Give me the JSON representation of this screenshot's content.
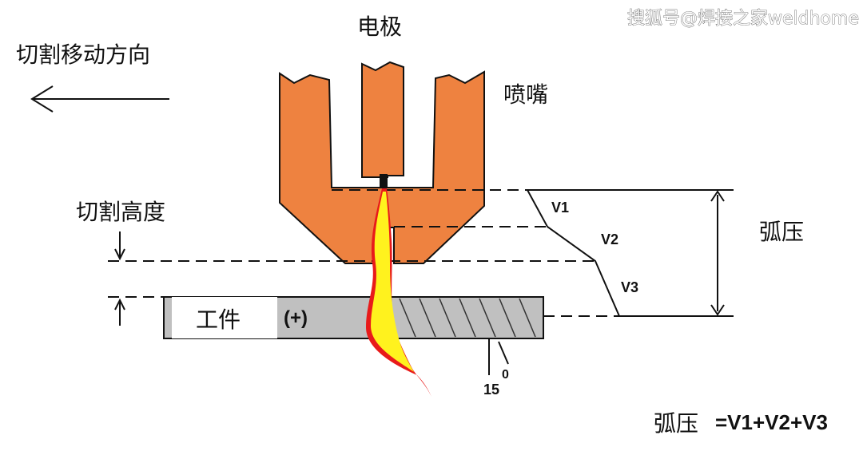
{
  "watermark": "搜狐号@焊接之家weldhome",
  "labels": {
    "electrode": "电极",
    "nozzle": "喷嘴",
    "cut_direction": "切割移动方向",
    "cut_height": "切割高度",
    "workpiece": "工件",
    "polarity": "(+)",
    "arc_voltage": "弧压",
    "v1": "V1",
    "v2": "V2",
    "v3": "V3",
    "angle_value": "15",
    "angle_degree": "0",
    "formula_label": "弧压",
    "formula_expr": "=V1+V2+V3"
  },
  "colors": {
    "nozzle": "#EE8240",
    "electrode": "#EE8240",
    "flame_outer": "#E81A1A",
    "flame_inner": "#FFF21E",
    "workpiece": "#C0C0C0",
    "outline": "#111111"
  }
}
